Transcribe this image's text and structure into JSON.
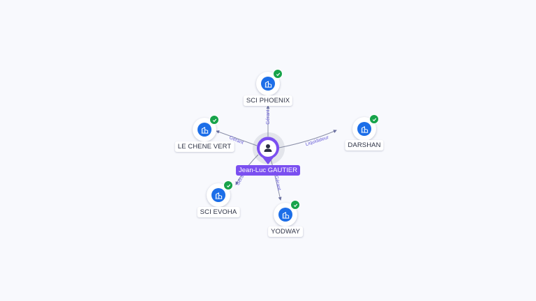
{
  "person": {
    "name": "Jean-Luc GAUTIER",
    "icon": "user-icon",
    "color": "#7b4ff0"
  },
  "companies": [
    {
      "id": "sci-phoenix",
      "label": "SCI PHOENIX",
      "icon": "building-icon",
      "verified": true,
      "role": "Gérant"
    },
    {
      "id": "le-chene-vert",
      "label": "LE CHENE VERT",
      "icon": "building-icon",
      "verified": true,
      "role": "Gérant"
    },
    {
      "id": "darshan",
      "label": "DARSHAN",
      "icon": "building-icon",
      "verified": true,
      "role": "Liquidateur"
    },
    {
      "id": "sci-evoha",
      "label": "SCI EVOHA",
      "icon": "building-icon",
      "verified": true,
      "role": "Gérant"
    },
    {
      "id": "yodway",
      "label": "YODWAY",
      "icon": "building-icon",
      "verified": true,
      "role": "Gérant"
    }
  ],
  "colors": {
    "company_node": "#1c6ee8",
    "verified_badge": "#17a34a",
    "edge": "#8a8fa8",
    "edge_label": "#6a5fd8"
  }
}
